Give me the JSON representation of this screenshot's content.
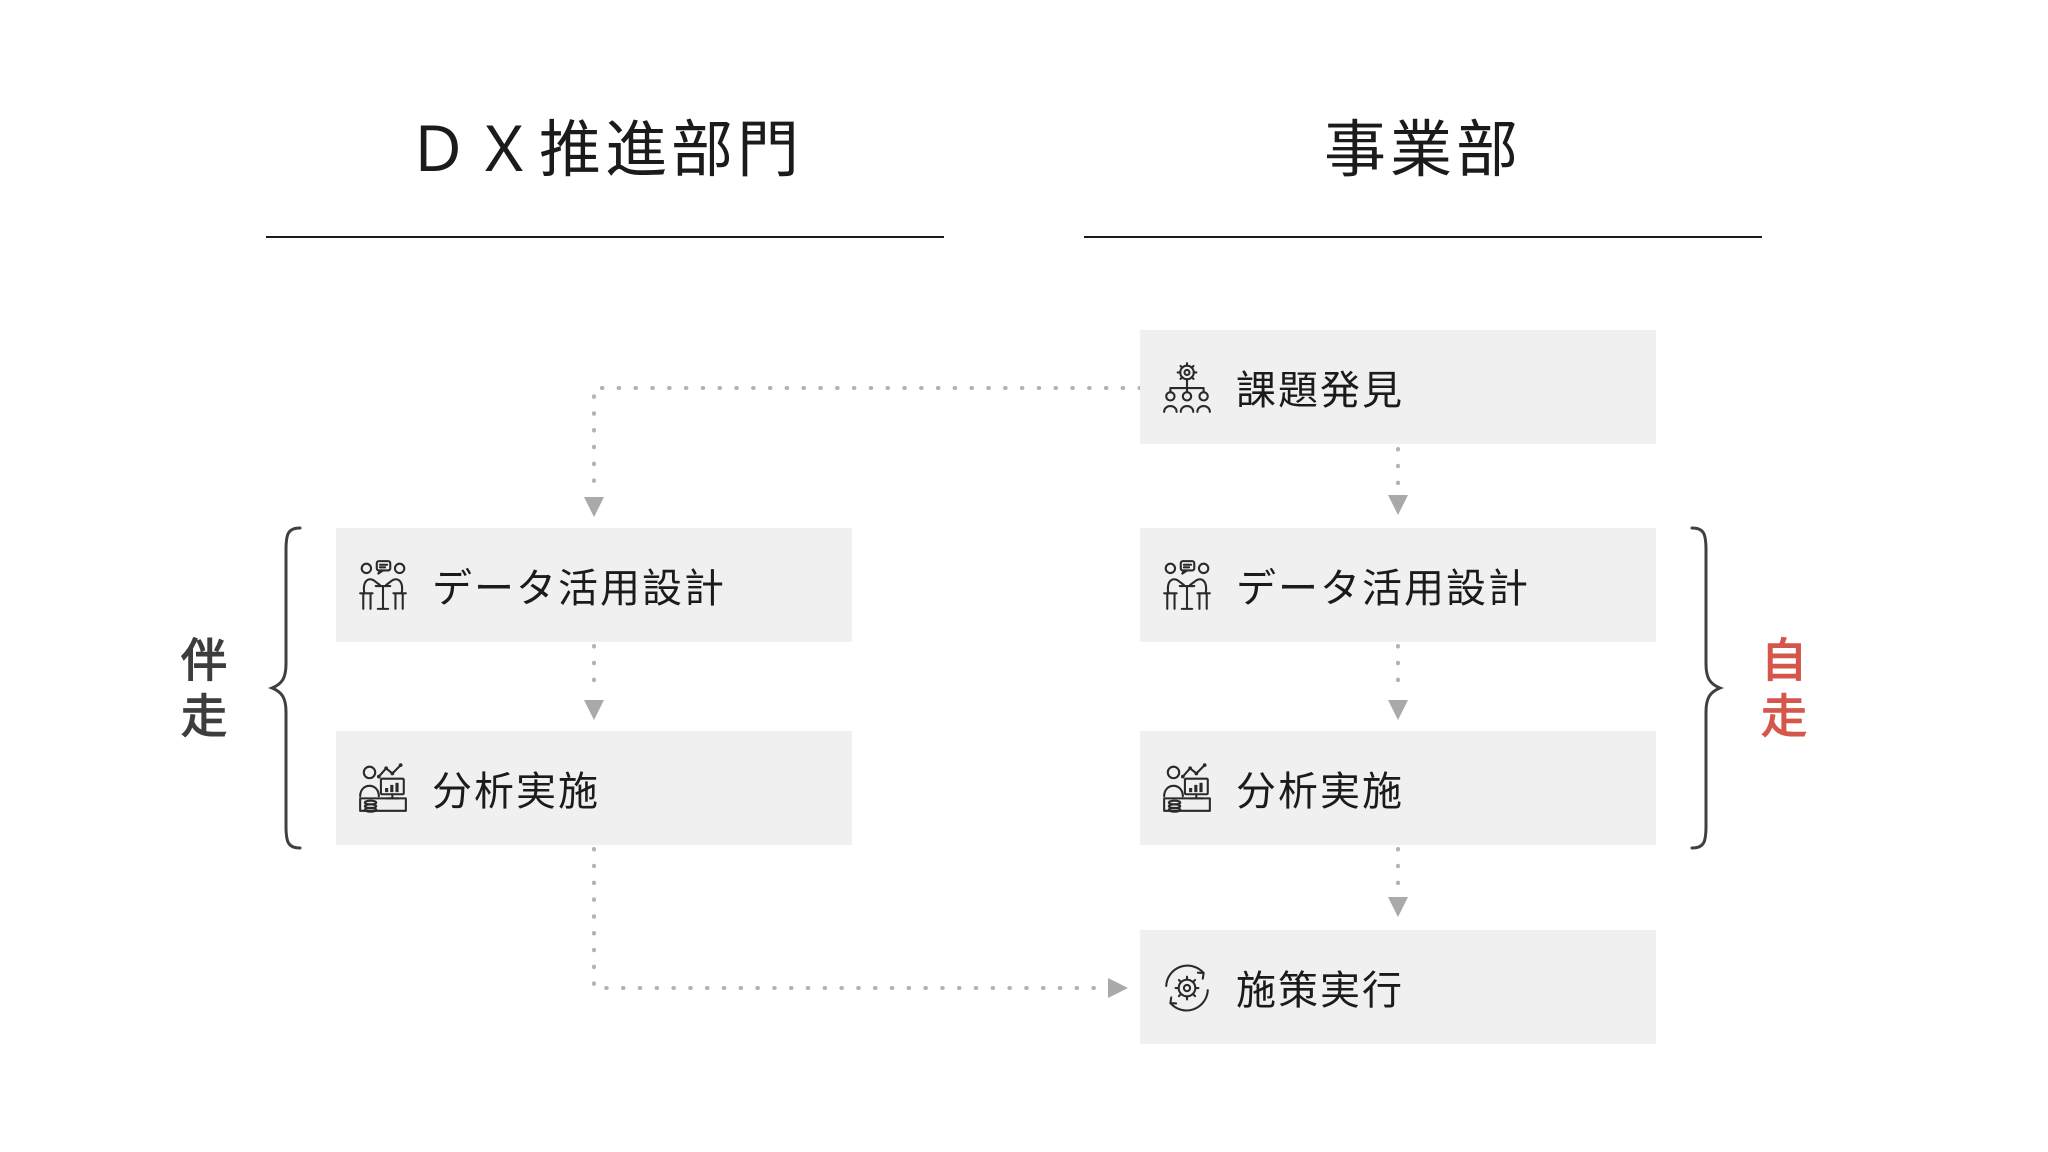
{
  "colors": {
    "background": "#ffffff",
    "box_background": "#f0f0f0",
    "text": "#1b1b1b",
    "accent_red": "#d5564a",
    "dark_label": "#3d3d3d",
    "connector_dots": "#b3b3b3",
    "connector_arrow": "#a9a9a9",
    "brace": "#404040",
    "underline": "#1a1a1a"
  },
  "headers": {
    "left_department": "ＤＸ推進部門",
    "right_department": "事業部"
  },
  "flow": {
    "right_column": [
      {
        "label": "課題発見",
        "icon": "team-gear-icon"
      },
      {
        "label": "データ活用設計",
        "icon": "meeting-icon"
      },
      {
        "label": "分析実施",
        "icon": "analysis-icon"
      },
      {
        "label": "施策実行",
        "icon": "cycle-gear-icon"
      }
    ],
    "left_column": [
      {
        "label": "データ活用設計",
        "icon": "meeting-icon"
      },
      {
        "label": "分析実施",
        "icon": "analysis-icon"
      }
    ]
  },
  "braces": {
    "left_label": "伴走",
    "right_label": "自走"
  }
}
